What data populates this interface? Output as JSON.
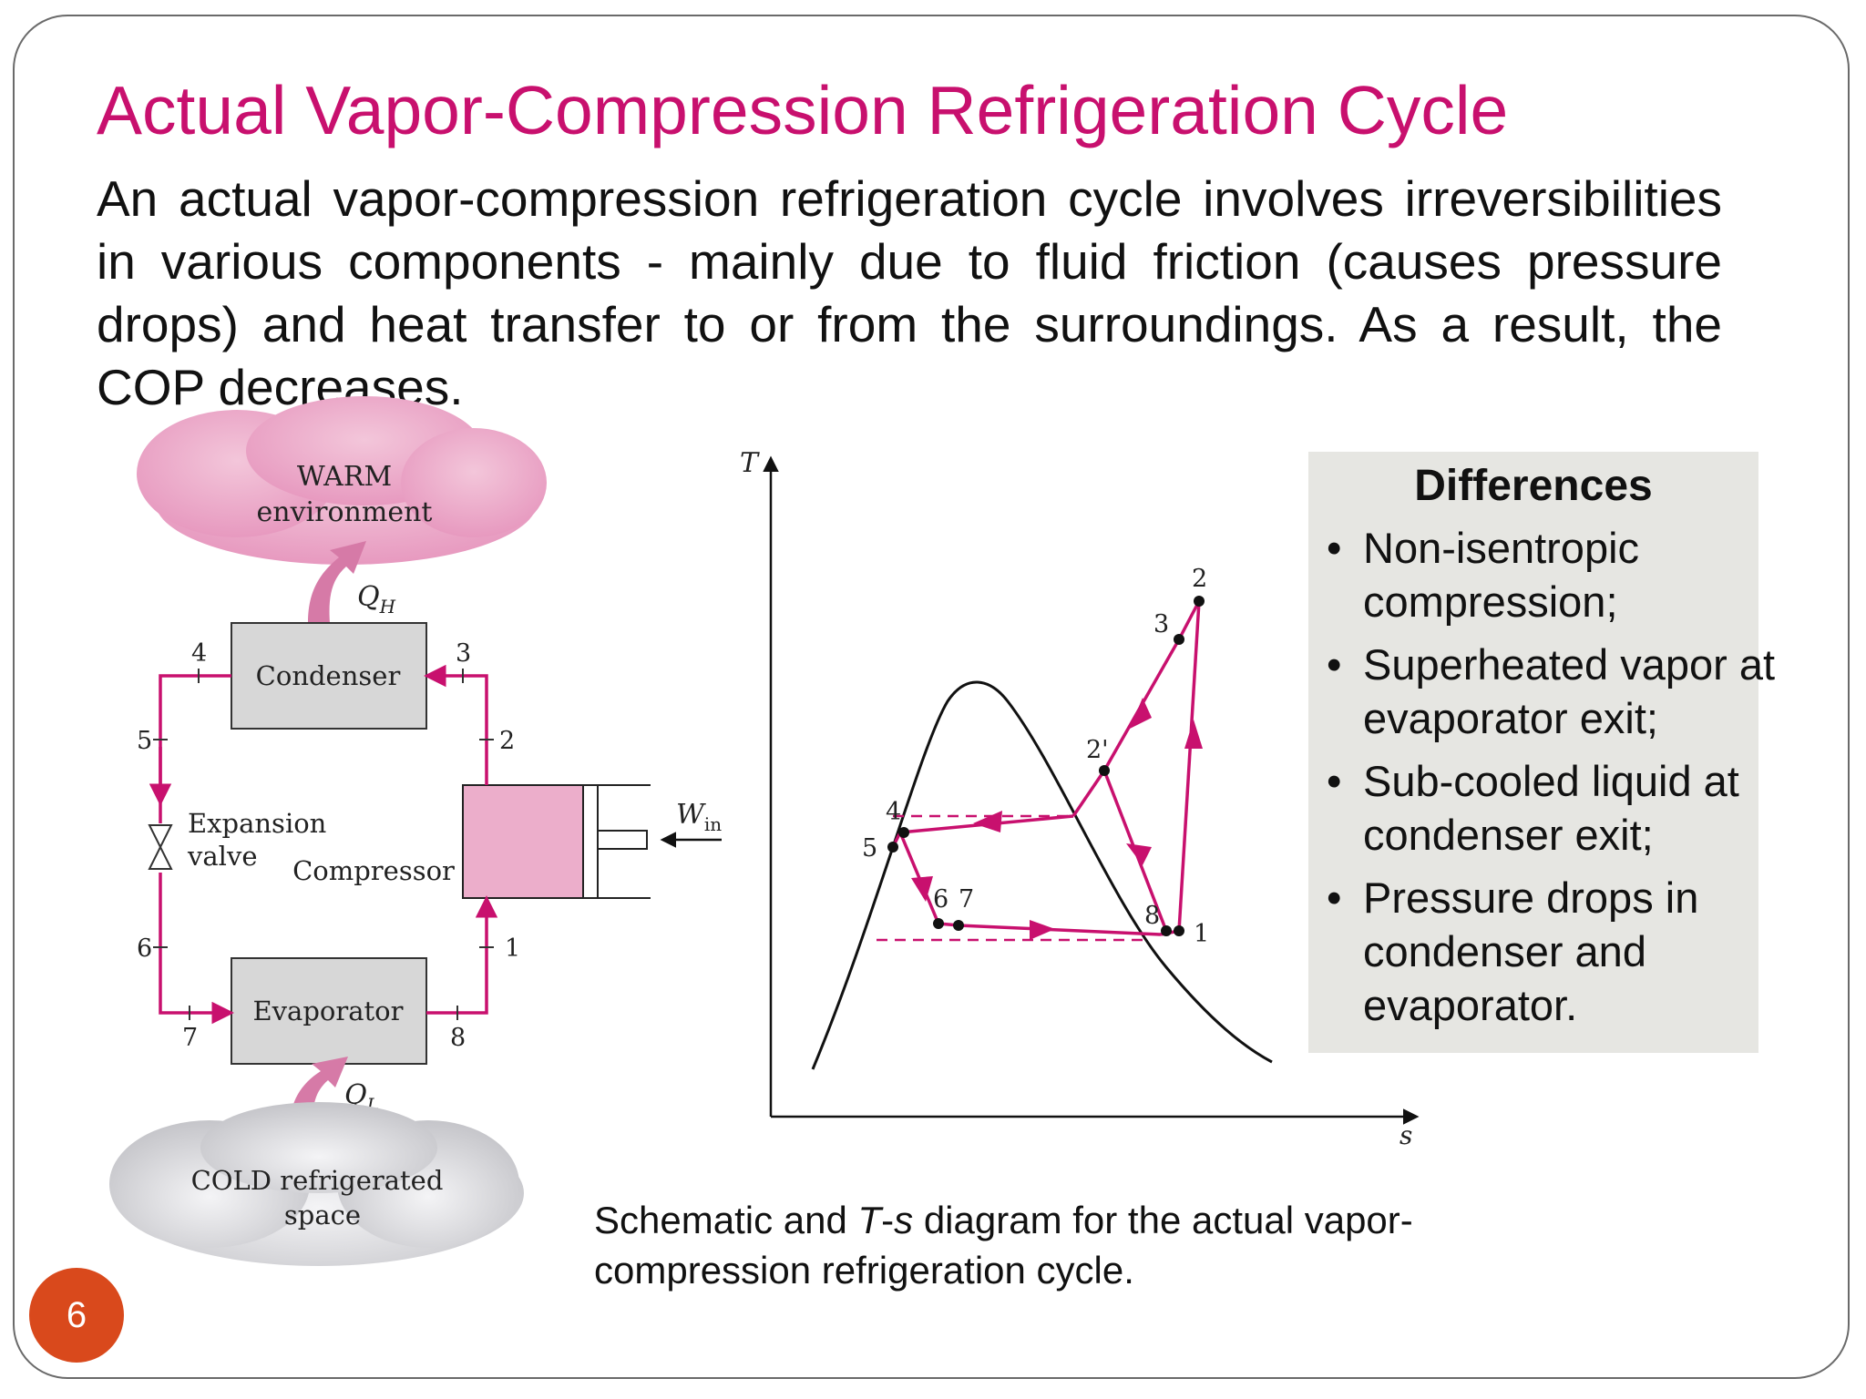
{
  "slide": {
    "title": "Actual Vapor-Compression Refrigeration Cycle",
    "body": "An actual vapor-compression refrigeration cycle involves irreversibilities in various components - mainly due to fluid friction (causes pressure drops) and heat transfer to or from the surroundings. As a result, the COP decreases.",
    "page_number": "6"
  },
  "schematic": {
    "warm_line1": "WARM",
    "warm_line2": "environment",
    "cold_line1": "COLD refrigerated",
    "cold_line2": "space",
    "qh": "Q",
    "qh_sub": "H",
    "ql": "Q",
    "ql_sub": "L",
    "condenser": "Condenser",
    "evaporator": "Evaporator",
    "expansion_line1": "Expansion",
    "expansion_line2": "valve",
    "compressor": "Compressor",
    "win": "W",
    "win_sub": "in",
    "state_labels": [
      "1",
      "2",
      "3",
      "4",
      "5",
      "6",
      "7",
      "8"
    ]
  },
  "ts_diagram": {
    "y_axis": "T",
    "x_axis": "s",
    "point_labels": [
      "1",
      "2",
      "2'",
      "3",
      "4",
      "5",
      "6",
      "7",
      "8"
    ]
  },
  "differences": {
    "heading": "Differences",
    "items": [
      "Non-isentropic compression;",
      "Superheated vapor at evaporator exit;",
      "Sub-cooled liquid at condenser exit;",
      "Pressure drops in condenser and evaporator."
    ]
  },
  "caption": {
    "part1": "Schematic and ",
    "italic": "T",
    "part2": "-",
    "italic2": "s",
    "part3": " diagram for the actual vapor-compression refrigeration cycle."
  },
  "colors": {
    "title": "#c8106e",
    "flow": "#c8106e",
    "warm_cloud": "#eaa7c6",
    "cold_cloud": "#cfcfd3",
    "compressor_fill": "#ecaecb",
    "box_fill": "#d7d7d7",
    "page_badge": "#d9491c"
  }
}
